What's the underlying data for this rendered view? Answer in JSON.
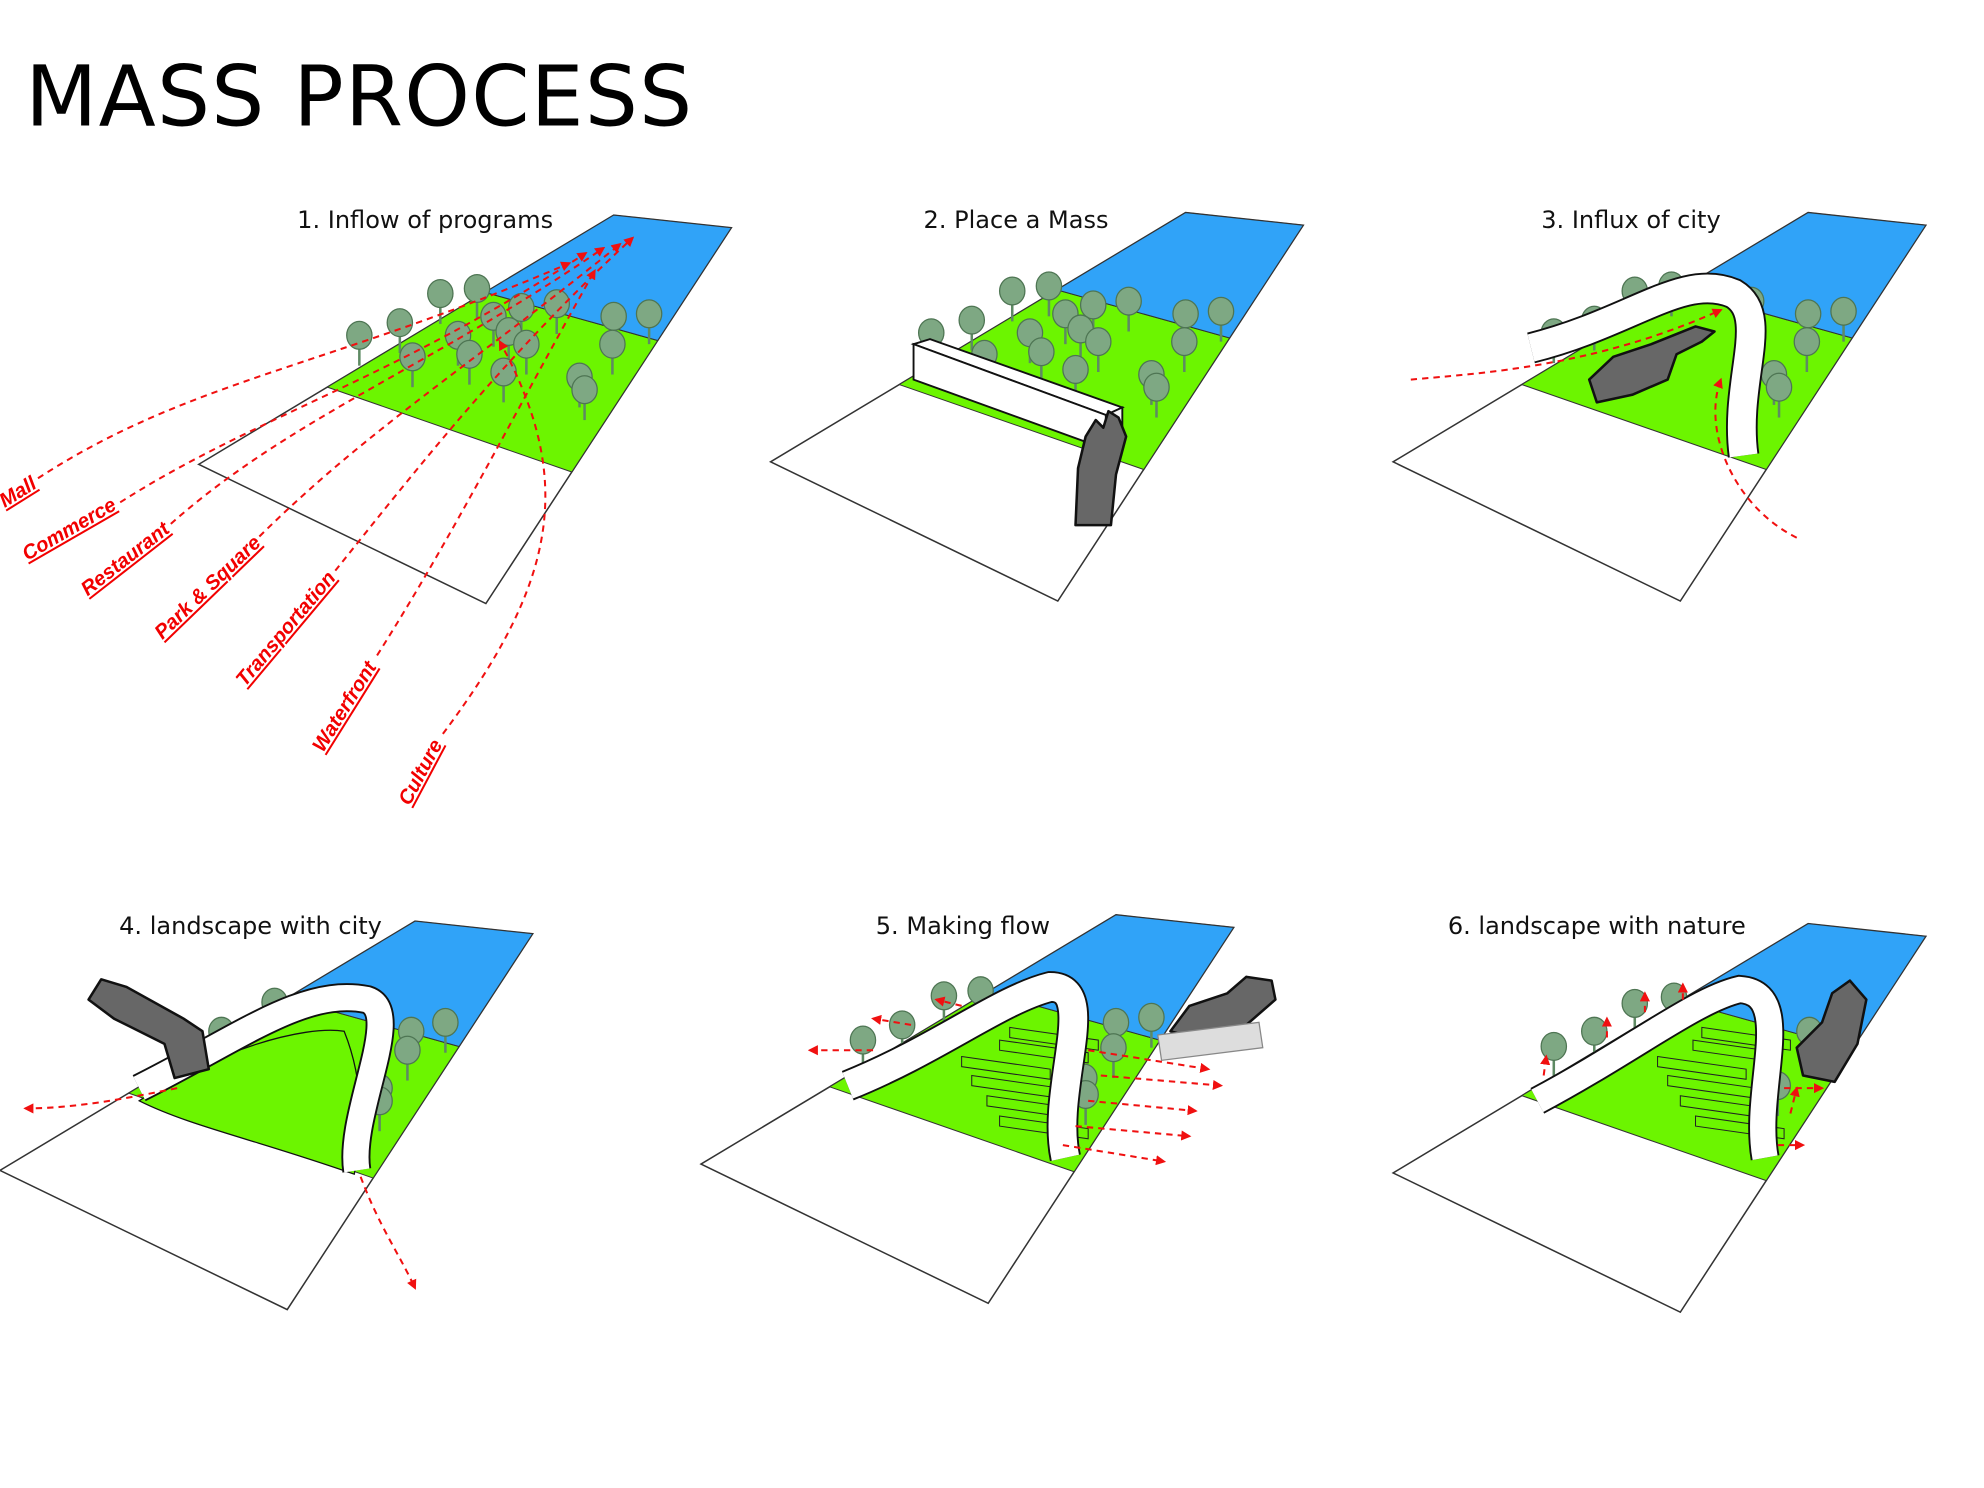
{
  "title": "MASS PROCESS",
  "panels": [
    {
      "title": "1. Inflow of programs"
    },
    {
      "title": "2. Place a Mass"
    },
    {
      "title": "3. Influx of city"
    },
    {
      "title": "4. landscape with city"
    },
    {
      "title": "5. Making flow"
    },
    {
      "title": "6. landscape with nature"
    }
  ],
  "programs": [
    "Mall",
    "Commerce",
    "Restaurant",
    "Park & Square",
    "Transportation",
    "Waterfront",
    "Culture"
  ],
  "colors": {
    "water": "#30a3f8",
    "grass": "#6cf500",
    "tree": "#7ea883",
    "arrow": "#f01010",
    "hand": "#676767"
  }
}
